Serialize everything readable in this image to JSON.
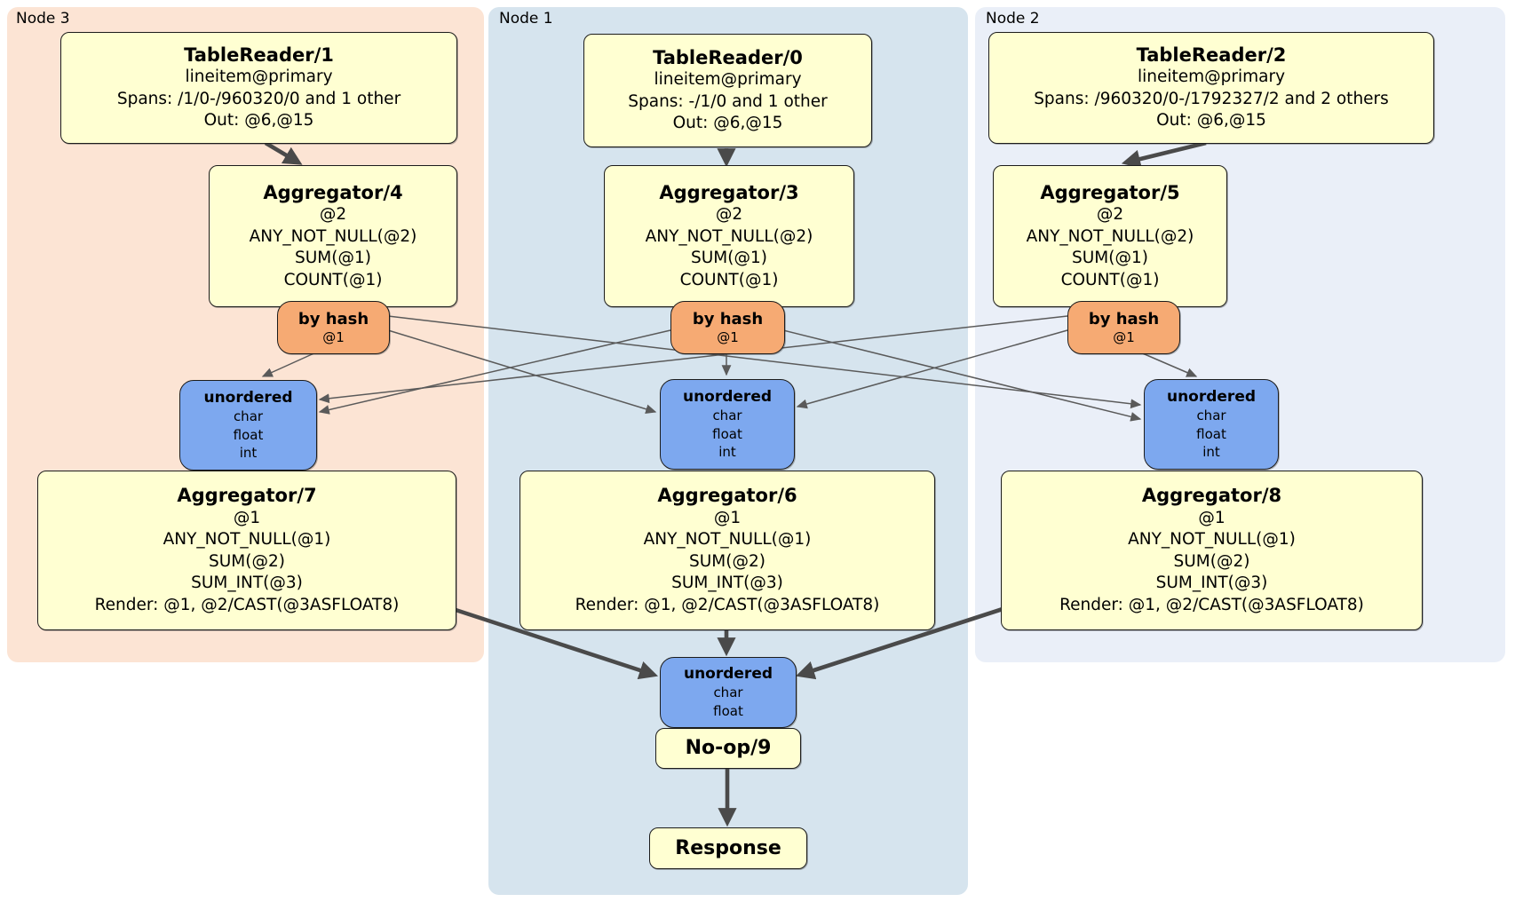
{
  "colors": {
    "node3_bg": "#fce4d4",
    "node1_bg": "#d6e4ee",
    "node2_bg": "#eaeff8",
    "operator_bg": "#ffffd2",
    "router_bg": "#f6aa73",
    "sync_bg": "#7da8ef",
    "edge_thick": "#4a4a4a",
    "edge_thin": "#5a5a5a"
  },
  "nodes": [
    {
      "label": "Node 3",
      "table_reader": {
        "title": "TableReader/1",
        "lines": [
          "lineitem@primary",
          "Spans: /1/0-/960320/0 and 1 other",
          "Out: @6,@15"
        ]
      },
      "aggregator_top": {
        "title": "Aggregator/4",
        "lines": [
          "@2",
          "ANY_NOT_NULL(@2)",
          "SUM(@1)",
          "COUNT(@1)"
        ]
      },
      "router": {
        "title": "by hash",
        "lines": [
          "@1"
        ]
      },
      "sync": {
        "title": "unordered",
        "lines": [
          "char",
          "float",
          "int"
        ]
      },
      "aggregator_bottom": {
        "title": "Aggregator/7",
        "lines": [
          "@1",
          "ANY_NOT_NULL(@1)",
          "SUM(@2)",
          "SUM_INT(@3)",
          "Render: @1, @2/CAST(@3ASFLOAT8)"
        ]
      }
    },
    {
      "label": "Node 1",
      "table_reader": {
        "title": "TableReader/0",
        "lines": [
          "lineitem@primary",
          "Spans: -/1/0 and 1 other",
          "Out: @6,@15"
        ]
      },
      "aggregator_top": {
        "title": "Aggregator/3",
        "lines": [
          "@2",
          "ANY_NOT_NULL(@2)",
          "SUM(@1)",
          "COUNT(@1)"
        ]
      },
      "router": {
        "title": "by hash",
        "lines": [
          "@1"
        ]
      },
      "sync": {
        "title": "unordered",
        "lines": [
          "char",
          "float",
          "int"
        ]
      },
      "aggregator_bottom": {
        "title": "Aggregator/6",
        "lines": [
          "@1",
          "ANY_NOT_NULL(@1)",
          "SUM(@2)",
          "SUM_INT(@3)",
          "Render: @1, @2/CAST(@3ASFLOAT8)"
        ]
      }
    },
    {
      "label": "Node 2",
      "table_reader": {
        "title": "TableReader/2",
        "lines": [
          "lineitem@primary",
          "Spans: /960320/0-/1792327/2 and 2 others",
          "Out: @6,@15"
        ]
      },
      "aggregator_top": {
        "title": "Aggregator/5",
        "lines": [
          "@2",
          "ANY_NOT_NULL(@2)",
          "SUM(@1)",
          "COUNT(@1)"
        ]
      },
      "router": {
        "title": "by hash",
        "lines": [
          "@1"
        ]
      },
      "sync": {
        "title": "unordered",
        "lines": [
          "char",
          "float",
          "int"
        ]
      },
      "aggregator_bottom": {
        "title": "Aggregator/8",
        "lines": [
          "@1",
          "ANY_NOT_NULL(@1)",
          "SUM(@2)",
          "SUM_INT(@3)",
          "Render: @1, @2/CAST(@3ASFLOAT8)"
        ]
      }
    }
  ],
  "final": {
    "sync": {
      "title": "unordered",
      "lines": [
        "char",
        "float"
      ]
    },
    "noop": {
      "title": "No-op/9"
    },
    "response": {
      "title": "Response"
    }
  }
}
